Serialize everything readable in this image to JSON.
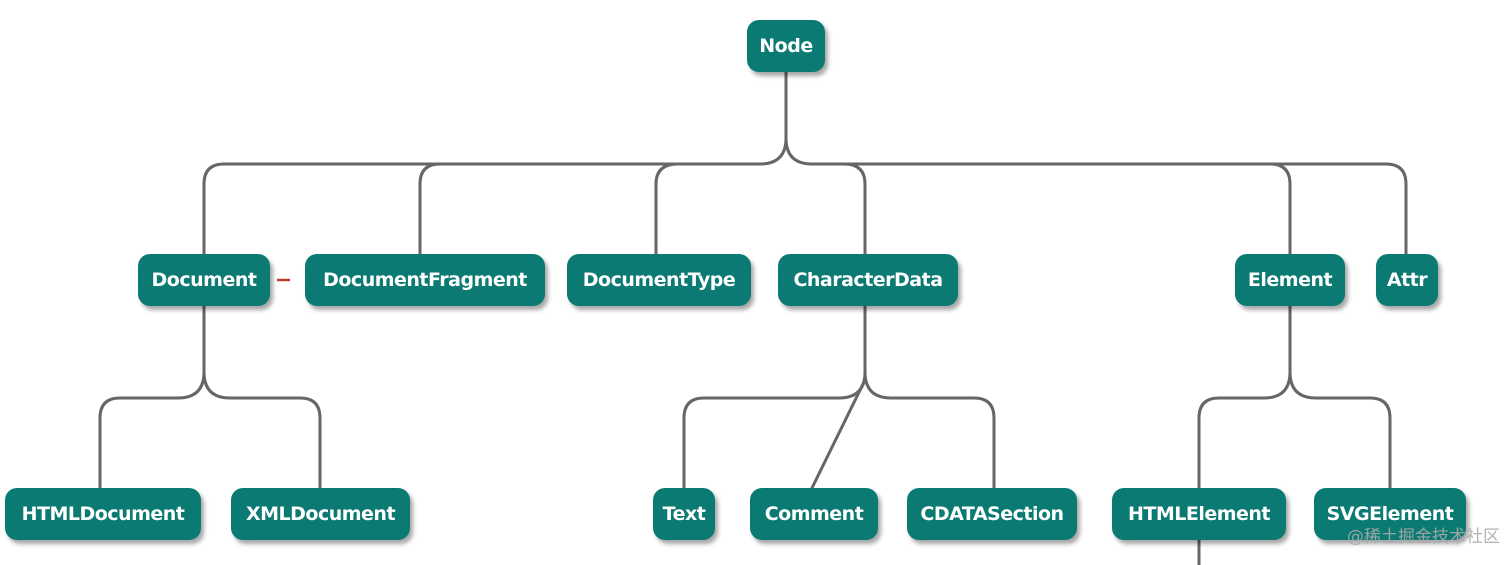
{
  "diagram": {
    "nodes": {
      "node": "Node",
      "document": "Document",
      "document_fragment": "DocumentFragment",
      "document_type": "DocumentType",
      "character_data": "CharacterData",
      "element": "Element",
      "attr": "Attr",
      "html_document": "HTMLDocument",
      "xml_document": "XMLDocument",
      "text": "Text",
      "comment": "Comment",
      "cdata_section": "CDATASection",
      "html_element": "HTMLElement",
      "svg_element": "SVGElement"
    },
    "watermark": "@稀土掘金技术社区"
  }
}
